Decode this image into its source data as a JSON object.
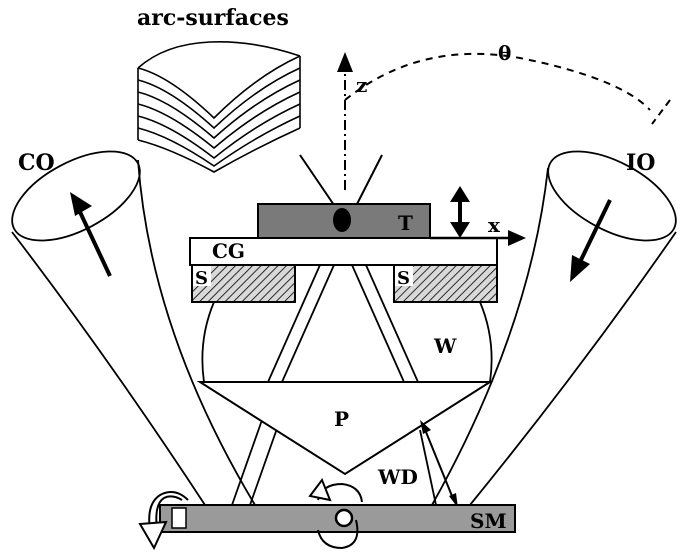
{
  "diagram": {
    "labels": {
      "arc_surfaces": "arc-surfaces",
      "co": "CO",
      "io": "IO",
      "z_axis": "z",
      "theta": "θ",
      "x_axis": "x",
      "t": "T",
      "cg": "CG",
      "s_left": "S",
      "s_right": "S",
      "w": "W",
      "p": "P",
      "wd": "WD",
      "sm": "SM"
    },
    "colors": {
      "line": "#000000",
      "background": "#ffffff",
      "sample_fill": "#7a7a7a",
      "stage_fill": "#9a9a9a",
      "spacer_hatch": "#000000"
    }
  }
}
